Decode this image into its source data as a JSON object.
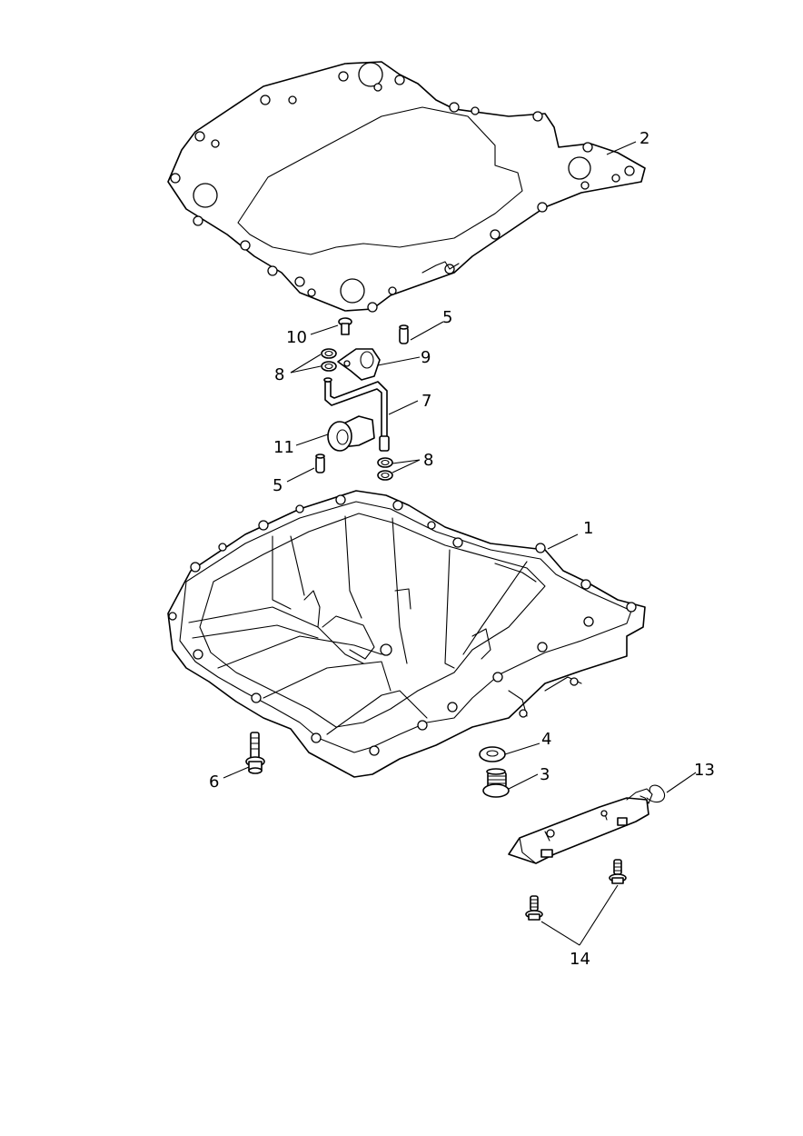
{
  "callouts": {
    "c1": "1",
    "c2": "2",
    "c3": "3",
    "c4": "4",
    "c5a": "5",
    "c5b": "5",
    "c6": "6",
    "c7": "7",
    "c8a": "8",
    "c8b": "8",
    "c9": "9",
    "c10": "10",
    "c11": "11",
    "c13": "13",
    "c14": "14"
  }
}
